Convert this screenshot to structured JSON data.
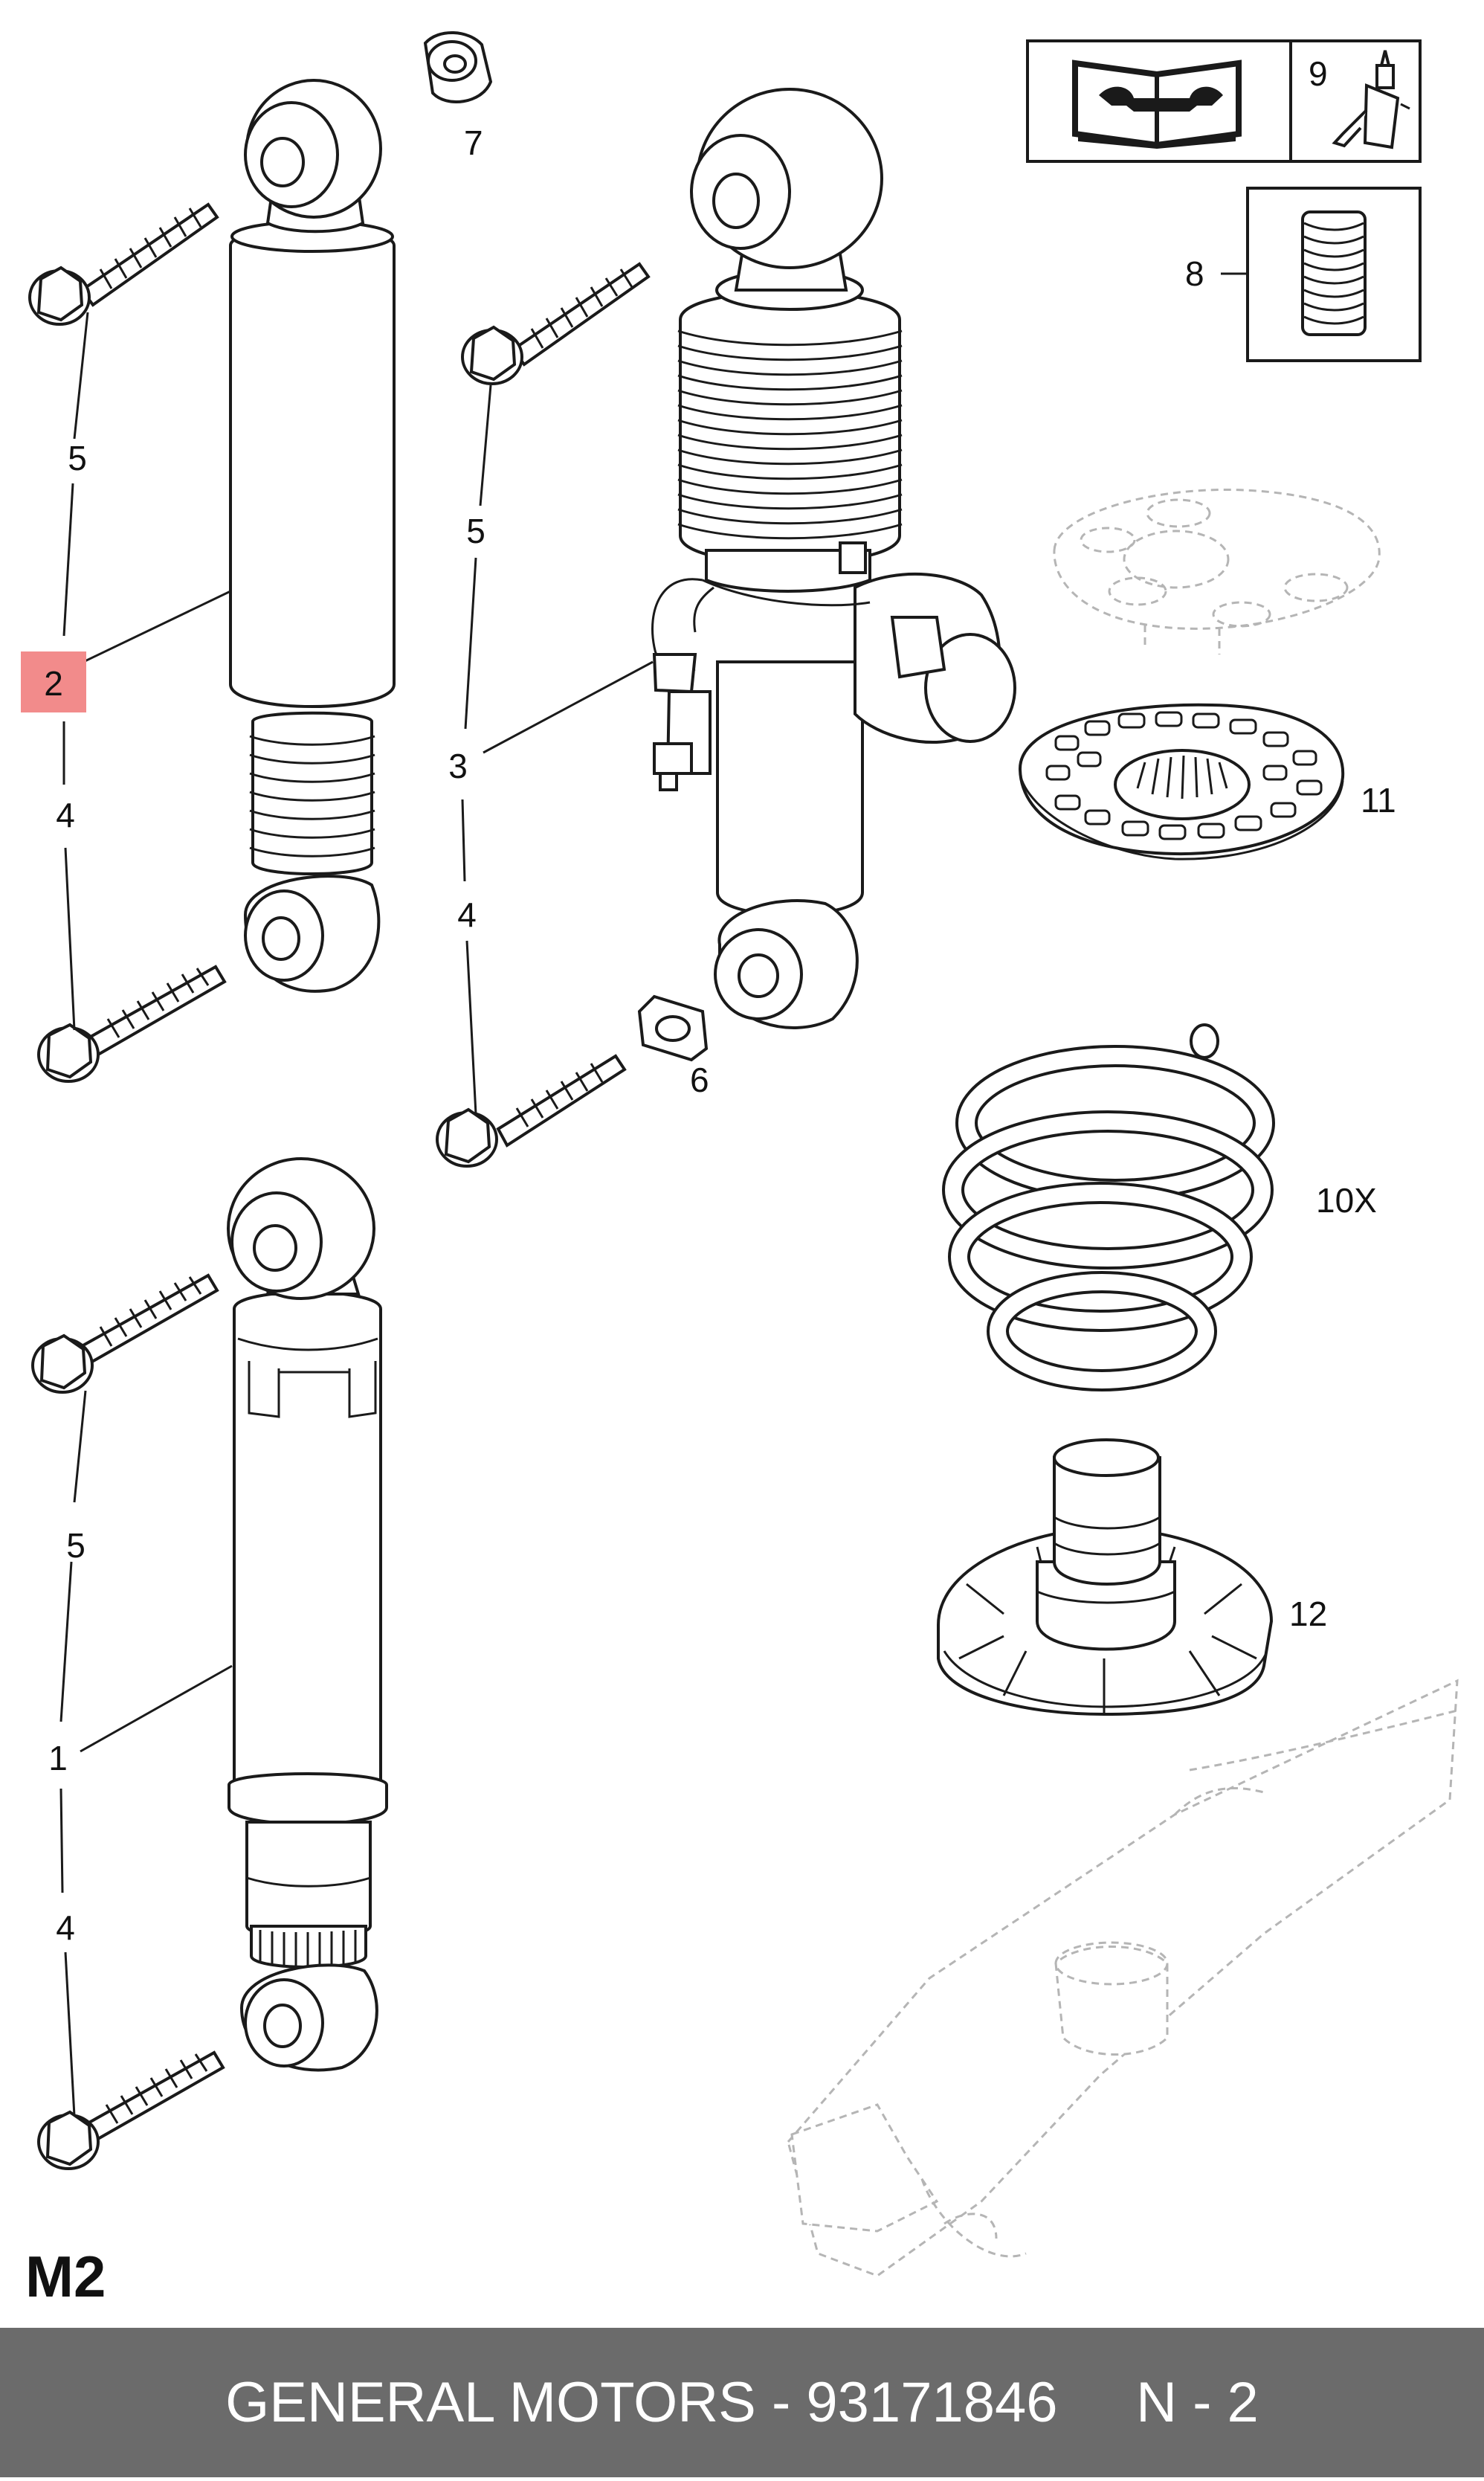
{
  "diagram": {
    "section_code": "M2",
    "callouts": {
      "p1": "1",
      "p2": "2",
      "p3_": "3",
      "p4_a": "4",
      "p4_b": "4",
      "p4_c": "4",
      "p5_a": "5",
      "p5_b": "5",
      "p5_c": "5",
      "p6": "6",
      "p7": "7",
      "p8": "8",
      "p9": "9",
      "p10": "10X",
      "p11": "11",
      "p12": "12"
    },
    "highlighted_part": "2",
    "highlight_color": "#f28b8b",
    "icons": [
      "repair-manual-icon",
      "adhesive-tube-icon"
    ]
  },
  "footer": {
    "text": "GENERAL MOTORS - 93171846     N - 2",
    "background": "#6b6b6b"
  }
}
